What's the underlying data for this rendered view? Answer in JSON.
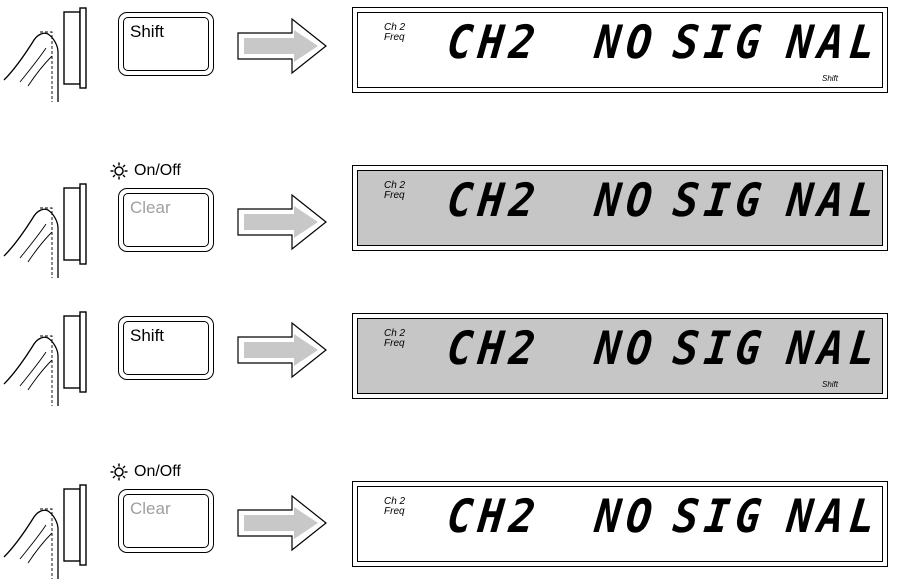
{
  "steps": [
    {
      "key": {
        "label": "Shift",
        "dim": false,
        "sun_label": null
      },
      "display": {
        "lit": false,
        "ch": "Ch  2",
        "freq": "Freq",
        "segments": [
          "CH2",
          "NO",
          "SIG",
          "NAL"
        ],
        "shift": "Shift"
      }
    },
    {
      "key": {
        "label": "Clear",
        "dim": true,
        "sun_label": "On/Off"
      },
      "display": {
        "lit": true,
        "ch": "Ch  2",
        "freq": "Freq",
        "segments": [
          "CH2",
          "NO",
          "SIG",
          "NAL"
        ],
        "shift": null
      }
    },
    {
      "key": {
        "label": "Shift",
        "dim": false,
        "sun_label": null
      },
      "display": {
        "lit": true,
        "ch": "Ch  2",
        "freq": "Freq",
        "segments": [
          "CH2",
          "NO",
          "SIG",
          "NAL"
        ],
        "shift": "Shift"
      }
    },
    {
      "key": {
        "label": "Clear",
        "dim": true,
        "sun_label": "On/Off"
      },
      "display": {
        "lit": false,
        "ch": "Ch  2",
        "freq": "Freq",
        "segments": [
          "CH2",
          "NO",
          "SIG",
          "NAL"
        ],
        "shift": null
      }
    }
  ],
  "colors": {
    "lit_background": "#c6c6c6",
    "arrow_fill": "#c8c8c8",
    "dim_label": "#a0a0a0"
  }
}
